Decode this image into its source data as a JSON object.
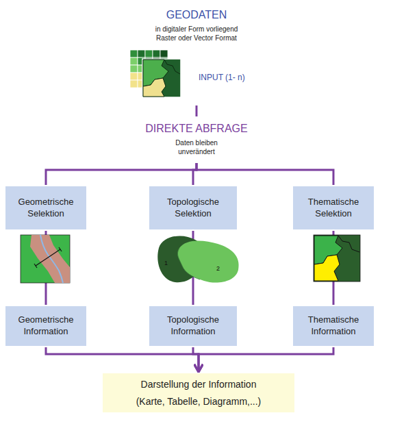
{
  "diagram": {
    "nodes": [
      {
        "text": [
          "GEODATEN",
          "in digitaler Form vorliegend Raster oder Vector Format"
        ]
      },
      {
        "text": [
          "DIREKTE ABFRAGE",
          "Daten bleiben unverändert"
        ]
      },
      {
        "text": [
          "Geometrische Selektion"
        ]
      },
      {
        "text": [
          "Topologische Selektion"
        ]
      },
      {
        "text": [
          "Thematische Selektion"
        ]
      },
      {
        "text": [
          "Geometrische Information"
        ]
      },
      {
        "text": [
          "Topologische Information"
        ]
      },
      {
        "text": [
          "Thematische Information"
        ]
      },
      {
        "text": [
          "Darstellung der Information",
          "(Karte, Tabelle, Diagramm,...)"
        ]
      }
    ],
    "edges": [
      {
        "from": 0,
        "to": 1,
        "arrow": "none"
      },
      {
        "from": 1,
        "to": 2,
        "arrow": "none"
      },
      {
        "from": 1,
        "to": 3,
        "arrow": "none"
      },
      {
        "from": 1,
        "to": 4,
        "arrow": "none"
      },
      {
        "from": 2,
        "to": 5,
        "arrow": "none"
      },
      {
        "from": 3,
        "to": 6,
        "arrow": "none"
      },
      {
        "from": 4,
        "to": 7,
        "arrow": "none"
      },
      {
        "from": 5,
        "to": 8,
        "arrow": "to"
      },
      {
        "from": 6,
        "to": 8,
        "arrow": "to"
      },
      {
        "from": 7,
        "to": 8,
        "arrow": "to"
      }
    ],
    "labels": [
      "INPUT (1- n)",
      "1",
      "2"
    ]
  }
}
